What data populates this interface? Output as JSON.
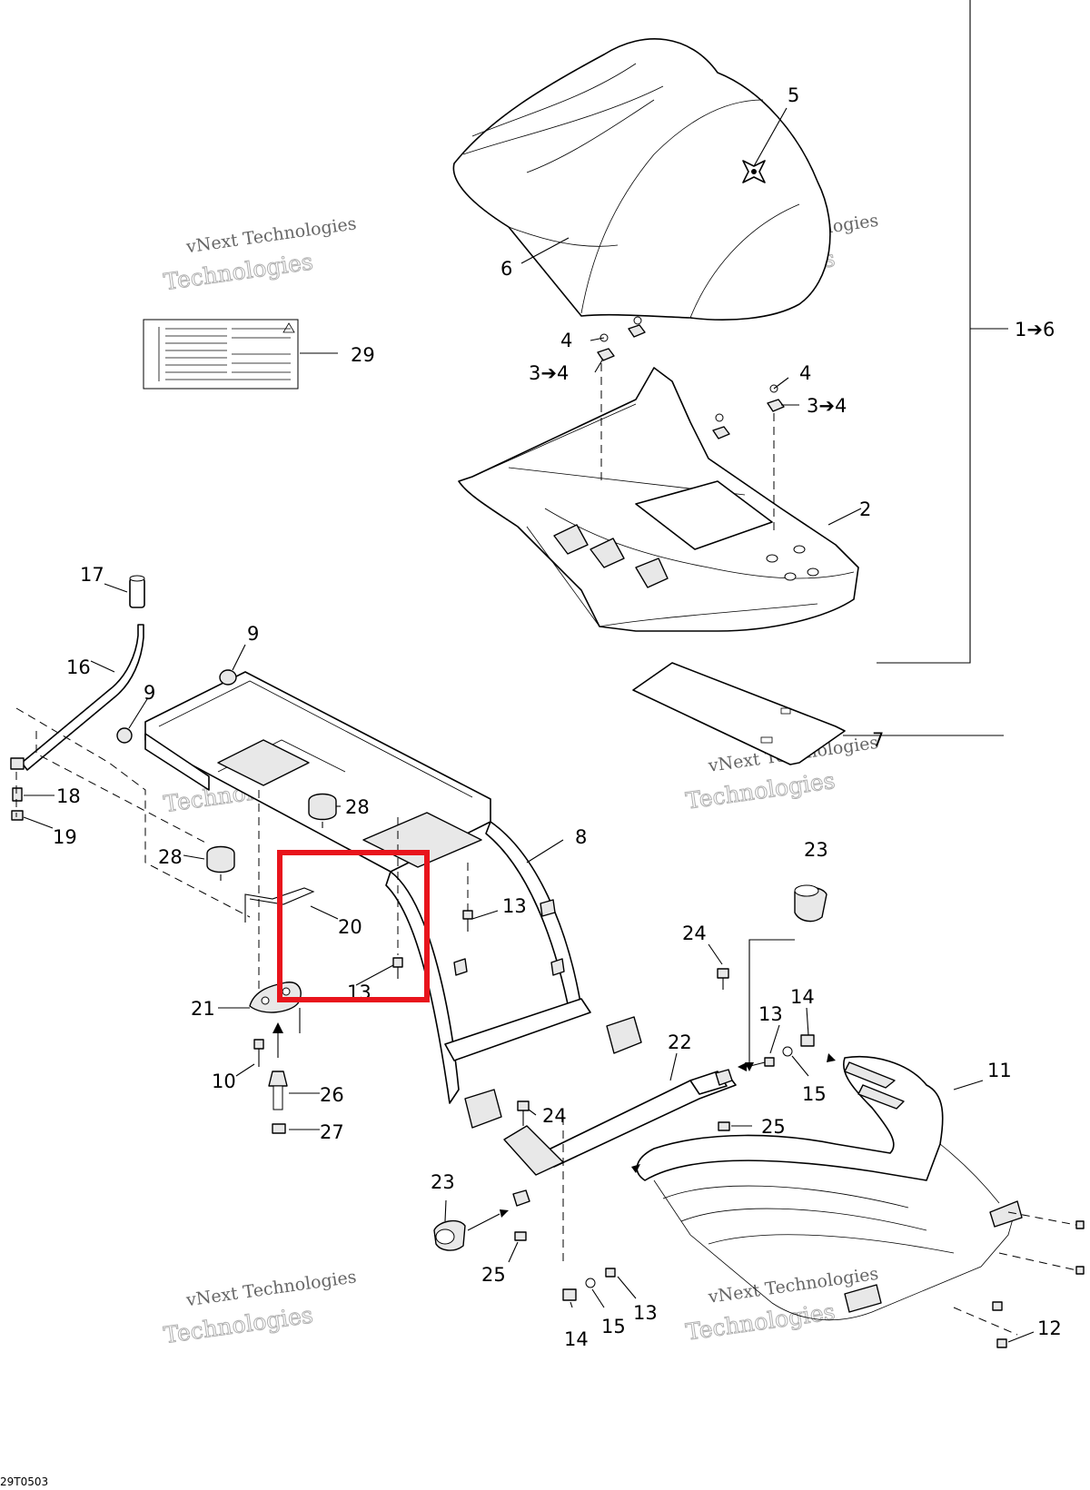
{
  "diagram_code": "29T0503",
  "watermark": {
    "line1": "vNext Technologies",
    "line2": "Technologies"
  },
  "colors": {
    "highlight": "#e8141c",
    "lines": "#000000",
    "watermark": "#b0b0b0"
  },
  "callouts": {
    "c1_6": "1➔6",
    "c2": "2",
    "c3_4a": "3➔4",
    "c3_4b": "3➔4",
    "c4a": "4",
    "c4b": "4",
    "c5": "5",
    "c6": "6",
    "c7": "7",
    "c8": "8",
    "c9a": "9",
    "c9b": "9",
    "c10": "10",
    "c11": "11",
    "c12": "12",
    "c13a": "13",
    "c13b": "13",
    "c13c": "13",
    "c13d": "13",
    "c14a": "14",
    "c14b": "14",
    "c15a": "15",
    "c15b": "15",
    "c16": "16",
    "c17": "17",
    "c18": "18",
    "c19": "19",
    "c20": "20",
    "c21": "21",
    "c22": "22",
    "c23a": "23",
    "c23b": "23",
    "c24a": "24",
    "c24b": "24",
    "c25a": "25",
    "c25b": "25",
    "c26": "26",
    "c27": "27",
    "c28a": "28",
    "c28b": "28",
    "c29": "29"
  },
  "highlight_box": {
    "label": "highlighted-part-20-13"
  }
}
